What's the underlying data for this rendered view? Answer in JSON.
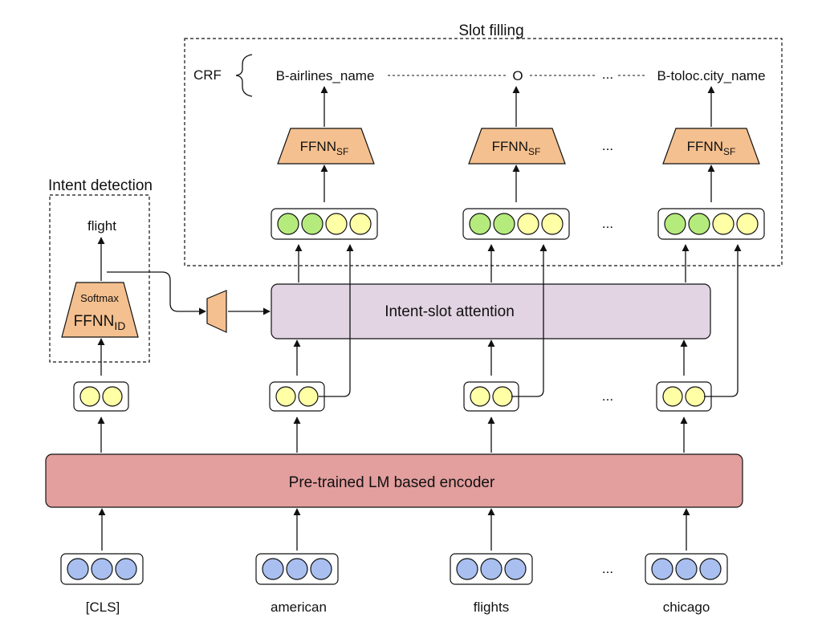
{
  "colors": {
    "embedding_circle": "#a9bff0",
    "hidden_circle": "#ffffa6",
    "slot_circle_green": "#b5eb7c",
    "encoder_fill": "#e39e9e",
    "attention_fill": "#e2d4e3",
    "ffnn_fill": "#f5c08f",
    "stroke": "#111111"
  },
  "titles": {
    "slot_filling": "Slot filling",
    "intent_detection": "Intent detection"
  },
  "crf": {
    "label": "CRF",
    "outputs": [
      "B-airlines_name",
      "O",
      "B-toloc.city_name"
    ],
    "ellipsis": "..."
  },
  "intent": {
    "output": "flight",
    "softmax_label": "Softmax",
    "ffnn_base": "FFNN",
    "ffnn_sub": "ID"
  },
  "slot_ffnn": {
    "base": "FFNN",
    "sub": "SF"
  },
  "attention_label": "Intent-slot attention",
  "encoder_label": "Pre-trained LM based encoder",
  "inputs": [
    "[CLS]",
    "american",
    "flights",
    "chicago"
  ],
  "ellipsis": "...",
  "slot_vector_pattern": [
    "green",
    "green",
    "yellow",
    "yellow"
  ],
  "icons": [
    "arrow-icon",
    "merge-trapezoid-icon"
  ]
}
